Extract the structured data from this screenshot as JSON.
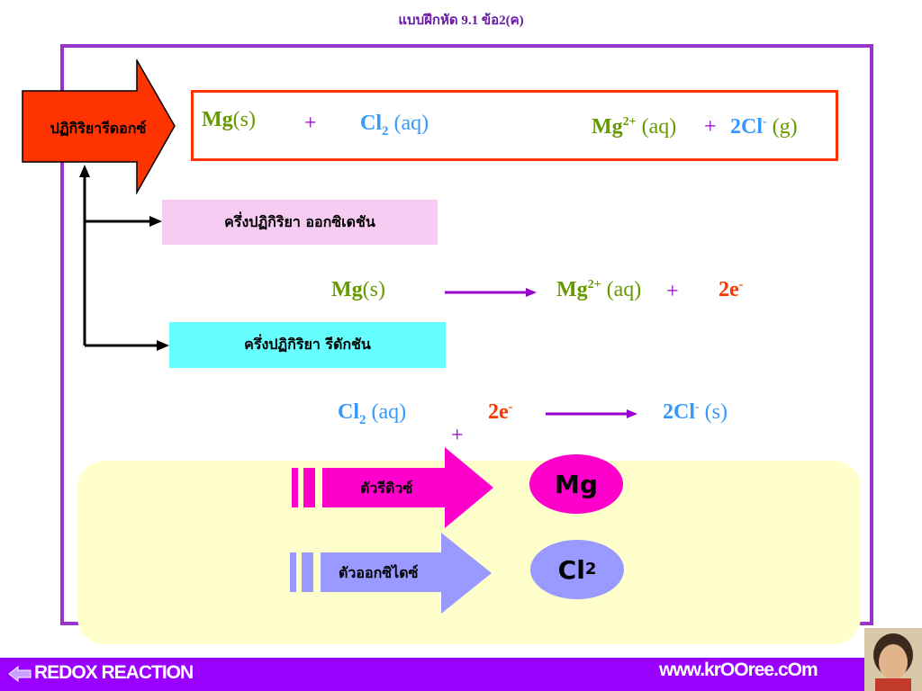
{
  "title": "แบบฝึกหัด 9.1  ข้อ2(ค)",
  "redox_label": "ปฏิกิริยารีดอกซ์",
  "overall": {
    "r1": "Mg",
    "r1_state": "(s)",
    "plus": "+",
    "r2": "Cl",
    "r2_sub": "2",
    "r2_state": "(aq)",
    "p1": "Mg",
    "p1_sup": "2+",
    "p1_state": "(aq)",
    "plus2": "+",
    "p2": "2Cl",
    "p2_sup": "-",
    "p2_state": "(g)"
  },
  "oxidation_label": "ครึ่งปฏิกิริยา ออกซิเดชัน",
  "oxidation": {
    "r1": "Mg",
    "r1_state": "(s)",
    "p1": "Mg",
    "p1_sup": "2+",
    "p1_state": "(aq)",
    "plus": "+",
    "p2": "2e",
    "p2_sup": "-"
  },
  "reduction_label": "ครึ่งปฏิกิริยา รีดักชัน",
  "reduction": {
    "r1": "Cl",
    "r1_sub": "2",
    "r1_state": "(aq)",
    "r2": "2e",
    "r2_sup": "-",
    "plus": "+",
    "p1": "2Cl",
    "p1_sup": "-",
    "p1_state": "(s)"
  },
  "reducing_agent_label": "ตัวรีดิวซ์",
  "reducing_agent_value": "Mg",
  "oxidizing_agent_label": "ตัวออกซิไดซ์",
  "oxidizing_agent_value": "Cl",
  "oxidizing_agent_sub": "2",
  "footer": {
    "left": "REDOX  REACTION",
    "right": "www.krOOree.cOm"
  },
  "colors": {
    "frame": "#9933cc",
    "eq_border": "#ff3300",
    "reducing_arrow": "#ff00cc",
    "oxidizing_arrow": "#9999ff",
    "footer_bg": "#9900ff"
  }
}
